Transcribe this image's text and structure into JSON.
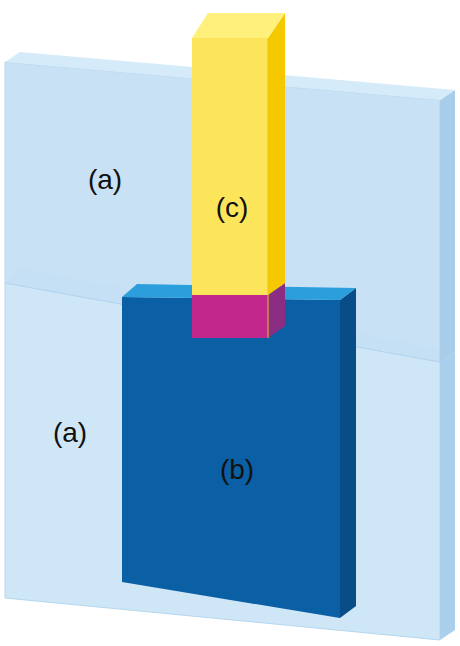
{
  "diagram": {
    "labels": [
      "(a)",
      "(c)",
      "(a)",
      "(b)"
    ]
  }
}
